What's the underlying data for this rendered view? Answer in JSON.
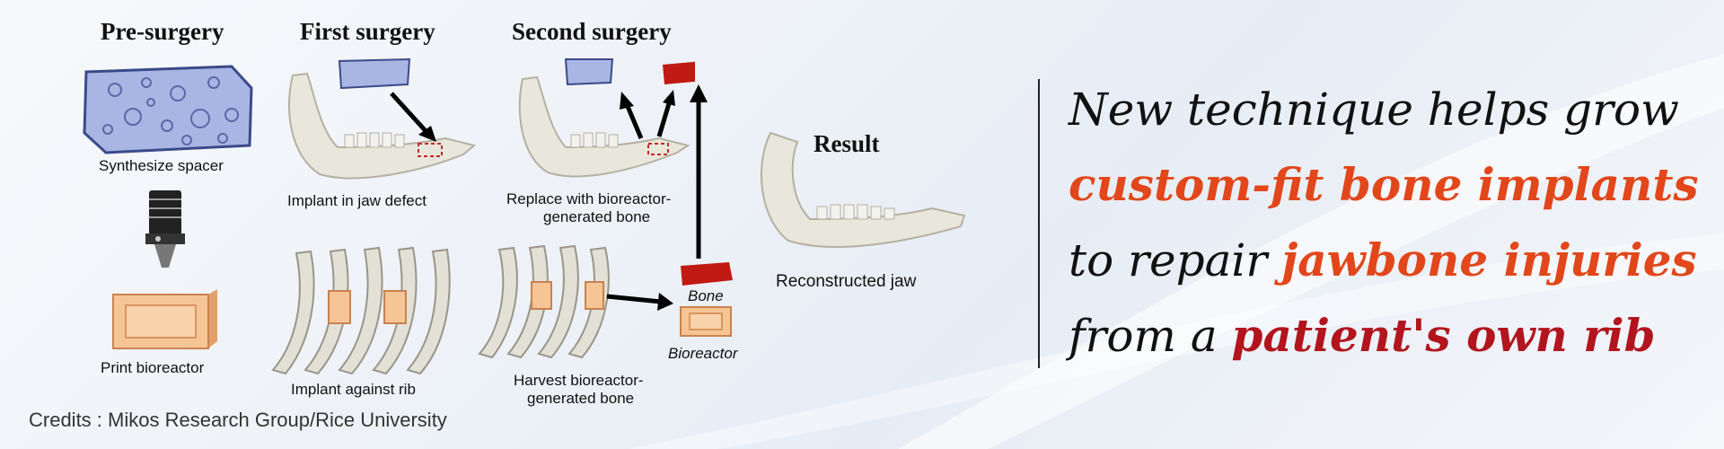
{
  "columns": {
    "pre_surgery": "Pre-surgery",
    "first_surgery": "First surgery",
    "second_surgery": "Second surgery",
    "result": "Result"
  },
  "captions": {
    "synthesize_spacer": "Synthesize spacer",
    "print_bioreactor": "Print bioreactor",
    "implant_jaw_defect": "Implant in jaw defect",
    "implant_against_rib": "Implant against rib",
    "replace_line1": "Replace with bioreactor-",
    "replace_line2": "generated bone",
    "harvest_line1": "Harvest bioreactor-",
    "harvest_line2": "generated bone",
    "bone_label": "Bone",
    "bioreactor_label": "Bioreactor",
    "reconstructed_jaw": "Reconstructed jaw"
  },
  "headline": {
    "line1": "New technique helps grow",
    "line2": "custom-fit bone implants",
    "line3_a": "to repair ",
    "line3_b": "jawbone injuries",
    "line4_a": "from a ",
    "line4_b": "patient's own rib"
  },
  "credits": "Credits : Mikos Research Group/Rice University",
  "colors": {
    "accent_orange": "#e2471b",
    "accent_red": "#b2151d",
    "spacer_blue": "#a9b6e3",
    "bone_red": "#c01a12",
    "bioreactor_peach": "#f6c596"
  }
}
